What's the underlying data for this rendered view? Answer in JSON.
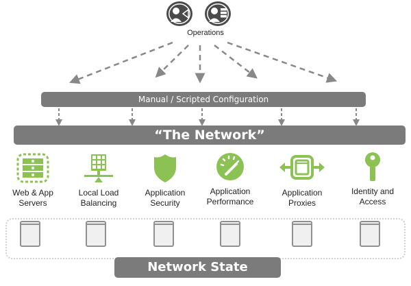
{
  "operations": {
    "label": "Operations",
    "icons": [
      "admin-network-icon",
      "admin-server-icon"
    ]
  },
  "config_bar": {
    "label": "Manual / Scripted Configuration"
  },
  "network_bar": {
    "label": "“The Network”"
  },
  "services": [
    {
      "label_line1": "Web & App",
      "label_line2": "Servers",
      "icon": "server-stack-icon"
    },
    {
      "label_line1": "Local Load",
      "label_line2": "Balancing",
      "icon": "load-balancer-icon"
    },
    {
      "label_line1": "Application",
      "label_line2": "Security",
      "icon": "shield-icon"
    },
    {
      "label_line1": "Application",
      "label_line2": "Performance",
      "icon": "gauge-icon"
    },
    {
      "label_line1": "Application",
      "label_line2": "Proxies",
      "icon": "proxy-icon"
    },
    {
      "label_line1": "Identity and",
      "label_line2": "Access",
      "icon": "key-icon"
    }
  ],
  "state_bar": {
    "label": "Network State"
  },
  "colors": {
    "accent_green": "#8cc153",
    "bar_gray": "#7b7b7b",
    "icon_dark": "#4a4a4a",
    "arrow_gray": "#888888"
  }
}
